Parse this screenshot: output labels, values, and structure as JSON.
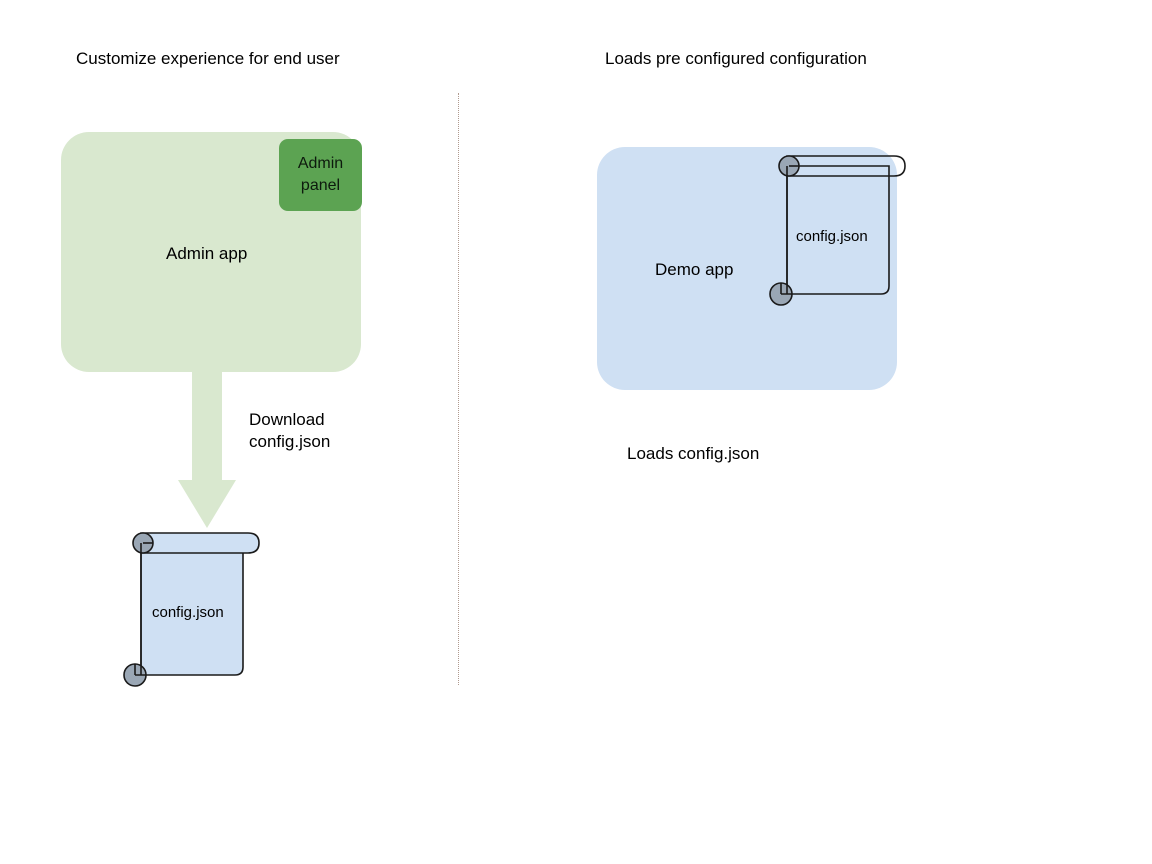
{
  "diagram": {
    "title_left": "Customize experience for end user",
    "title_right": "Loads pre configured configuration",
    "background_color": "#ffffff",
    "divider": {
      "style": "dotted-vertical",
      "color": "#b09a8f"
    },
    "left_flow": {
      "app": {
        "label": "Admin app",
        "fill_color": "#d9e8cf"
      },
      "nested_panel": {
        "label": "Admin panel",
        "fill_color": "#5ca352",
        "text_color": "#0d1a0d"
      },
      "arrow": {
        "caption_line1": "Download",
        "caption_line2": "config.json",
        "direction": "down",
        "fill_color": "#d9e8cf"
      },
      "document": {
        "label": "config.json",
        "fill_color": "#cfe0f3",
        "stroke_color": "#1a1a1a",
        "roll_fill_color": "#9aa7b5"
      }
    },
    "right_flow": {
      "app": {
        "label": "Demo app",
        "fill_color": "#cfe0f3"
      },
      "document": {
        "label": "config.json",
        "fill_color": "transparent",
        "stroke_color": "#1a1a1a",
        "roll_fill_color": "#9aa7b5"
      },
      "caption": "Loads config.json"
    }
  }
}
